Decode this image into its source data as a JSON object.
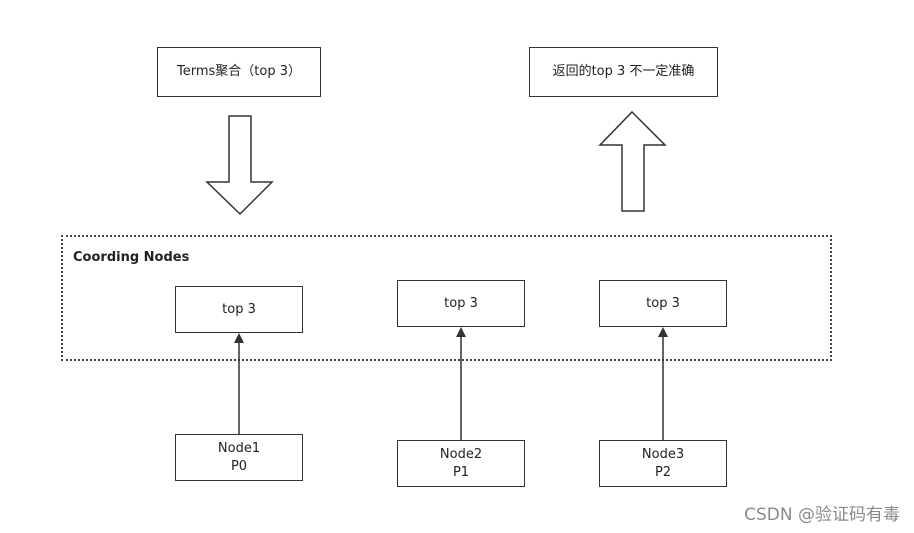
{
  "top": {
    "terms_box": "Terms聚合（top 3）",
    "result_box": "返回的top 3 不一定准确"
  },
  "coordinating": {
    "label": "Coording Nodes",
    "boxes": [
      "top 3",
      "top 3",
      "top 3"
    ]
  },
  "nodes": [
    {
      "name": "Node1",
      "shard": "P0"
    },
    {
      "name": "Node2",
      "shard": "P1"
    },
    {
      "name": "Node3",
      "shard": "P2"
    }
  ],
  "watermark": "CSDN @验证码有毒"
}
